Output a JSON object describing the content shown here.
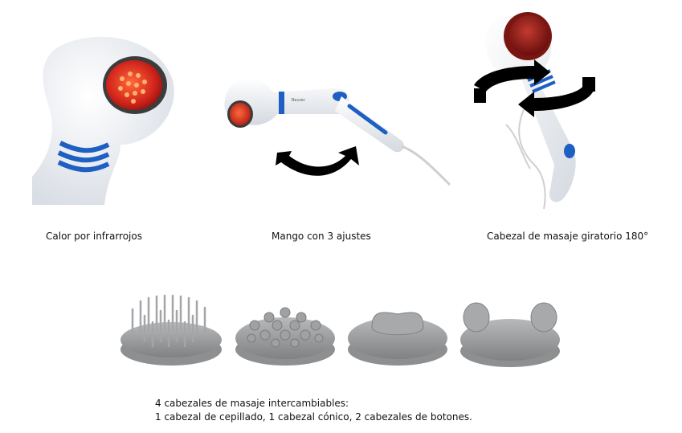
{
  "features": [
    {
      "caption": "Calor por infrarrojos"
    },
    {
      "caption": "Mango con 3 ajustes"
    },
    {
      "caption": "Cabezal de masaje giratorio 180°"
    }
  ],
  "attachments_note": {
    "line1": "4 cabezales de masaje intercambiables:",
    "line2": "1 cabezal de cepillado, 1 cabezal cónico, 2 cabezales de botones."
  },
  "brand_text": "Beurer",
  "colors": {
    "device_white": "#f4f6f9",
    "accent_blue": "#1d5fc2",
    "infrared_red": "#d0241b",
    "attachment_gray": "#9a9c9e",
    "arrow_black": "#000000"
  }
}
